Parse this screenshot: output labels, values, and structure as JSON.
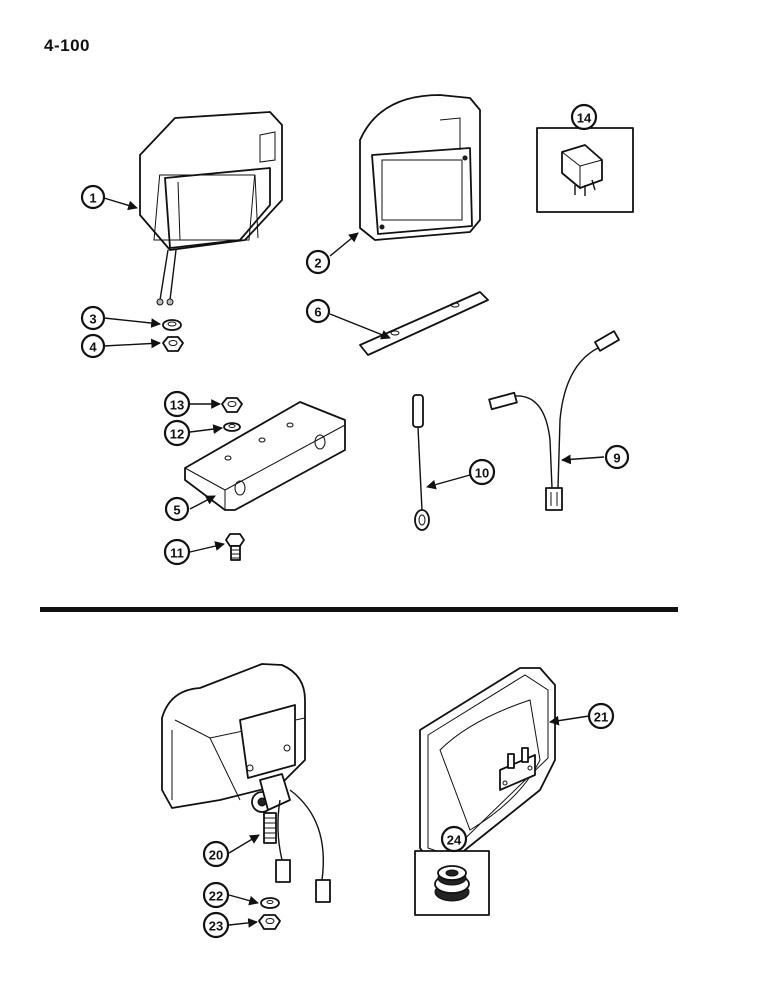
{
  "page_number": "4-100",
  "callouts": {
    "c1": "1",
    "c2": "2",
    "c3": "3",
    "c4": "4",
    "c5": "5",
    "c6": "6",
    "c9": "9",
    "c10": "10",
    "c11": "11",
    "c12": "12",
    "c13": "13",
    "c14": "14",
    "c20": "20",
    "c21": "21",
    "c22": "22",
    "c23": "23",
    "c24": "24"
  },
  "colors": {
    "ink": "#111111",
    "paper": "#ffffff"
  }
}
